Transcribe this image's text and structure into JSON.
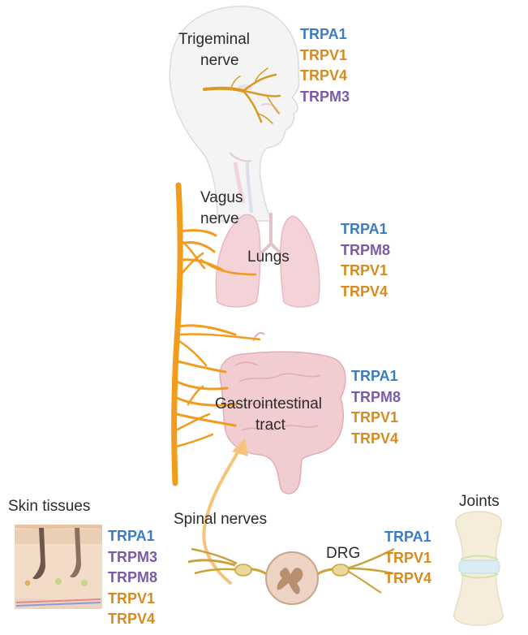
{
  "colors": {
    "TRPA1": "#3c7cc4",
    "TRPV1": "#d98a1f",
    "TRPV4": "#d98a1f",
    "TRPM3": "#7b5aa8",
    "TRPM8": "#7b5aa8",
    "nerve": "#f29b1c",
    "text": "#2b2b2b"
  },
  "labels": {
    "trigeminal": "Trigeminal",
    "trigeminal2": "nerve",
    "vagus": "Vagus",
    "vagus2": "nerve",
    "lungs": "Lungs",
    "gi": "Gastrointestinal",
    "gi2": "tract",
    "skin": "Skin tissues",
    "spinal": "Spinal nerves",
    "drg": "DRG",
    "joints": "Joints"
  },
  "groups": {
    "trigeminal": [
      "TRPA1",
      "TRPV1",
      "TRPV4",
      "TRPM3"
    ],
    "lungs": [
      "TRPA1",
      "TRPM8",
      "TRPV1",
      "TRPV4"
    ],
    "gi": [
      "TRPA1",
      "TRPM8",
      "TRPV1",
      "TRPV4"
    ],
    "skin": [
      "TRPA1",
      "TRPM3",
      "TRPM8",
      "TRPV1",
      "TRPV4"
    ],
    "joints": [
      "TRPA1",
      "TRPV1",
      "TRPV4"
    ]
  }
}
